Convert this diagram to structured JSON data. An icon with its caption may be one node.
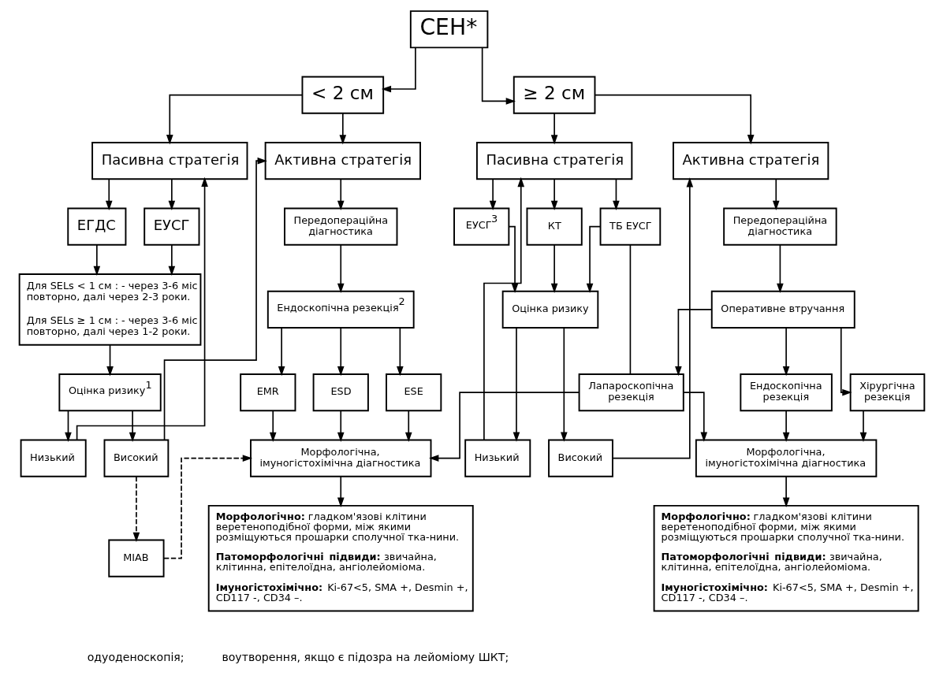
{
  "diagram": {
    "nodes": [
      {
        "text": [
          "СЕН*"
        ]
      },
      {
        "text": [
          "< 2 см"
        ]
      },
      {
        "text": [
          "≥ 2 см"
        ]
      },
      {
        "text": [
          "Пасивна стратегія"
        ]
      },
      {
        "text": [
          "Активна стратегія"
        ]
      },
      {
        "text": [
          "ЕГДС"
        ]
      },
      {
        "text": [
          "ЕУСГ"
        ]
      },
      {
        "text": [
          "Для SELs < 1 см : - через 3-6 міс повторно, далі через 2-3 роки.",
          "Для SELs ≥ 1 см : - через 3-6 міс повторно, далі через 1-2 роки."
        ]
      },
      {
        "text": [
          "Оцінка ризику$^{1}$"
        ]
      },
      {
        "text": [
          "Низький"
        ]
      },
      {
        "text": [
          "Високий"
        ]
      },
      {
        "text": [
          "MIAB"
        ]
      },
      {
        "text": [
          "Передопераційна діагностика"
        ]
      },
      {
        "text": [
          "Ендоскопічна резекція$^{2}$"
        ]
      },
      {
        "text": [
          "EMR"
        ]
      },
      {
        "text": [
          "ESD"
        ]
      },
      {
        "text": [
          "ESE"
        ]
      },
      {
        "text": [
          "Морфологічна, імуногістохімічна діагностика"
        ]
      },
      {
        "text": [
          "**Морфологічно:** гладком'язові клітини веретеноподібної форми, між якими розміщуються прошарки сполучної тка-нини.",
          "**Патоморфологічні підвиди:** звичайна, клітинна, епітелоїдна, ангіолейоміома.",
          "**Імуногістохімічно:** Ki-67<5, SMA +, Desmin +, CD117 -, CD34 –."
        ]
      },
      {
        "text": [
          "Пасивна стратегія"
        ]
      },
      {
        "text": [
          "Активна стратегія"
        ]
      },
      {
        "text": [
          "ЕУСГ$^{3}$"
        ]
      },
      {
        "text": [
          "КТ"
        ]
      },
      {
        "text": [
          "ТБ ЕУСГ"
        ]
      },
      {
        "text": [
          "Оцінка ризику"
        ]
      },
      {
        "text": [
          "Низький"
        ]
      },
      {
        "text": [
          "Високий"
        ]
      },
      {
        "text": [
          "Передопераційна діагностика"
        ]
      },
      {
        "text": [
          "Оперативне втручання"
        ]
      },
      {
        "text": [
          "Ендоскопічна резекція"
        ]
      },
      {
        "text": [
          "Лапароскопічна резекція"
        ]
      },
      {
        "text": [
          "Хірургічна резекція"
        ]
      },
      {
        "text": [
          "Морфологічна, імуногістохімічна діагностика"
        ]
      },
      {
        "text": [
          "**Морфологічно:** гладком'язові клітини веретеноподібної форми, між якими розміщуються прошарки сполучної тка-нини.",
          "**Патоморфологічні підвиди:** звичайна, клітинна, епітелоїдна, ангіолейоміома.",
          "**Імуногістохімічно:** Ki-67<5, SMA +, Desmin +, CD117 -, CD34 –."
        ]
      }
    ],
    "edges": [
      {
        "from": 0,
        "to": 1,
        "arrow": "to"
      },
      {
        "from": 0,
        "to": 2,
        "arrow": "to"
      },
      {
        "from": 1,
        "to": 3,
        "arrow": "to"
      },
      {
        "from": 1,
        "to": 4,
        "arrow": "to"
      },
      {
        "from": 2,
        "to": 19,
        "arrow": "to"
      },
      {
        "from": 2,
        "to": 20,
        "arrow": "to"
      },
      {
        "from": 3,
        "to": 5,
        "arrow": "to"
      },
      {
        "from": 3,
        "to": 6,
        "arrow": "to"
      },
      {
        "from": 5,
        "to": 7,
        "arrow": "to"
      },
      {
        "from": 6,
        "to": 7,
        "arrow": "to"
      },
      {
        "from": 7,
        "to": 8,
        "arrow": "to"
      },
      {
        "from": 8,
        "to": 9,
        "arrow": "to"
      },
      {
        "from": 8,
        "to": 10,
        "arrow": "to"
      },
      {
        "from": 9,
        "to": 3,
        "arrow": "to"
      },
      {
        "from": 10,
        "to": 4,
        "arrow": "to"
      },
      {
        "from": 10,
        "to": 11,
        "arrow": "to",
        "style": "dashed"
      },
      {
        "from": 11,
        "to": 17,
        "arrow": "to",
        "style": "dashed"
      },
      {
        "from": 4,
        "to": 12,
        "arrow": "to"
      },
      {
        "from": 12,
        "to": 13,
        "arrow": "to"
      },
      {
        "from": 13,
        "to": 14,
        "arrow": "to"
      },
      {
        "from": 13,
        "to": 15,
        "arrow": "to"
      },
      {
        "from": 13,
        "to": 16,
        "arrow": "to"
      },
      {
        "from": 14,
        "to": 17,
        "arrow": "to"
      },
      {
        "from": 15,
        "to": 17,
        "arrow": "to"
      },
      {
        "from": 16,
        "to": 17,
        "arrow": "to"
      },
      {
        "from": 17,
        "to": 18,
        "arrow": "to"
      },
      {
        "from": 19,
        "to": 21,
        "arrow": "to"
      },
      {
        "from": 19,
        "to": 22,
        "arrow": "to"
      },
      {
        "from": 19,
        "to": 23,
        "arrow": "to"
      },
      {
        "from": 21,
        "to": 24,
        "arrow": "to"
      },
      {
        "from": 22,
        "to": 24,
        "arrow": "to"
      },
      {
        "from": 23,
        "to": 24,
        "arrow": "to"
      },
      {
        "from": 24,
        "to": 25,
        "arrow": "to"
      },
      {
        "from": 24,
        "to": 26,
        "arrow": "to"
      },
      {
        "from": 25,
        "to": 19,
        "arrow": "to"
      },
      {
        "from": 26,
        "to": 20,
        "arrow": "to"
      },
      {
        "from": 23,
        "to": 30,
        "arrow": "none"
      },
      {
        "from": 20,
        "to": 27,
        "arrow": "to"
      },
      {
        "from": 27,
        "to": 28,
        "arrow": "to"
      },
      {
        "from": 28,
        "to": 30,
        "arrow": "to"
      },
      {
        "from": 28,
        "to": 29,
        "arrow": "to"
      },
      {
        "from": 28,
        "to": 31,
        "arrow": "to"
      },
      {
        "from": 30,
        "to": 17,
        "arrow": "to"
      },
      {
        "from": 29,
        "to": 32,
        "arrow": "to"
      },
      {
        "from": 30,
        "to": 32,
        "arrow": "to"
      },
      {
        "from": 31,
        "to": 32,
        "arrow": "to"
      },
      {
        "from": 32,
        "to": 33,
        "arrow": "to"
      }
    ],
    "labels": [
      "одуоденоскопія;",
      "воутворення, якщо є підозра на лейоміому ШКТ;"
    ]
  }
}
